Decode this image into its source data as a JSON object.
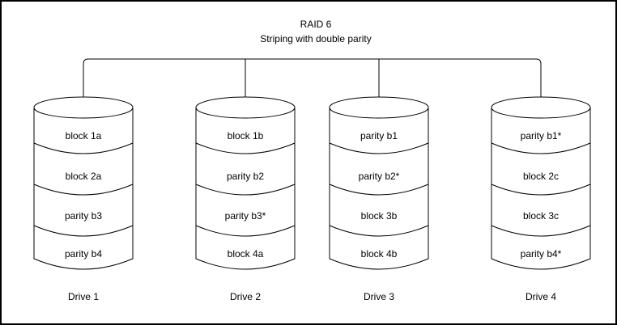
{
  "title": {
    "line1": "RAID 6",
    "line2": "Striping with double parity"
  },
  "drives": [
    {
      "label": "Drive 1",
      "segments": [
        "block 1a",
        "block 2a",
        "parity b3",
        "parity b4"
      ]
    },
    {
      "label": "Drive 2",
      "segments": [
        "block 1b",
        "parity b2",
        "parity b3*",
        "block 4a"
      ]
    },
    {
      "label": "Drive 3",
      "segments": [
        "parity b1",
        "parity b2*",
        "block 3b",
        "block 4b"
      ]
    },
    {
      "label": "Drive 4",
      "segments": [
        "parity b1*",
        "block 2c",
        "block 3c",
        "parity b4*"
      ]
    }
  ],
  "colors": {
    "stroke": "#000000",
    "text": "#000000",
    "background": "#ffffff",
    "border": "#000000"
  }
}
